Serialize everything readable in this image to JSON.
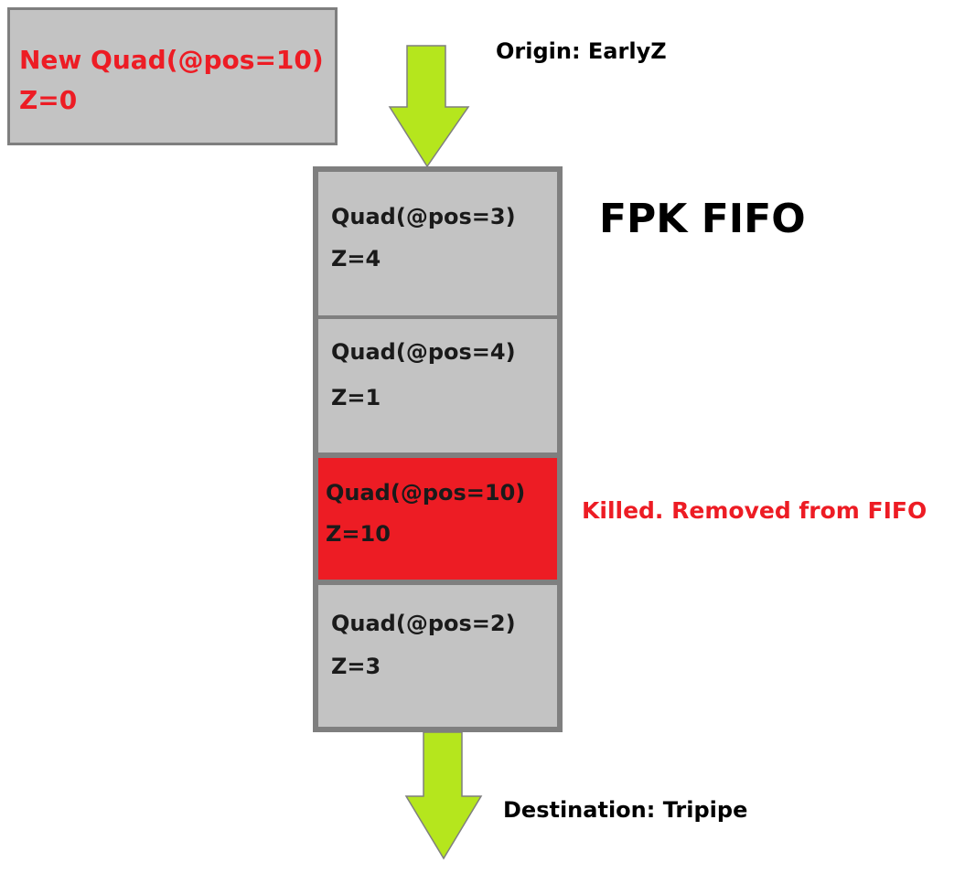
{
  "new_quad": {
    "title": "New Quad(@pos=10)",
    "z": "Z=0"
  },
  "origin_label": "Origin: EarlyZ",
  "fifo_title": "FPK FIFO",
  "fifo_slots": [
    {
      "title": "Quad(@pos=3)",
      "z": "Z=4",
      "killed": false
    },
    {
      "title": "Quad(@pos=4)",
      "z": "Z=1",
      "killed": false
    },
    {
      "title": "Quad(@pos=10)",
      "z": "Z=10",
      "killed": true
    },
    {
      "title": "Quad(@pos=2)",
      "z": "Z=3",
      "killed": false
    }
  ],
  "killed_label": "Killed. Removed from FIFO",
  "destination_label": "Destination: Tripipe",
  "colors": {
    "arrow": "#b5e61d",
    "box_fill": "#c3c3c3",
    "box_border": "#7f7f7f",
    "killed": "#ed1c24"
  },
  "icons": {
    "inflow_arrow": "arrow-down-icon",
    "outflow_arrow": "arrow-down-icon"
  }
}
